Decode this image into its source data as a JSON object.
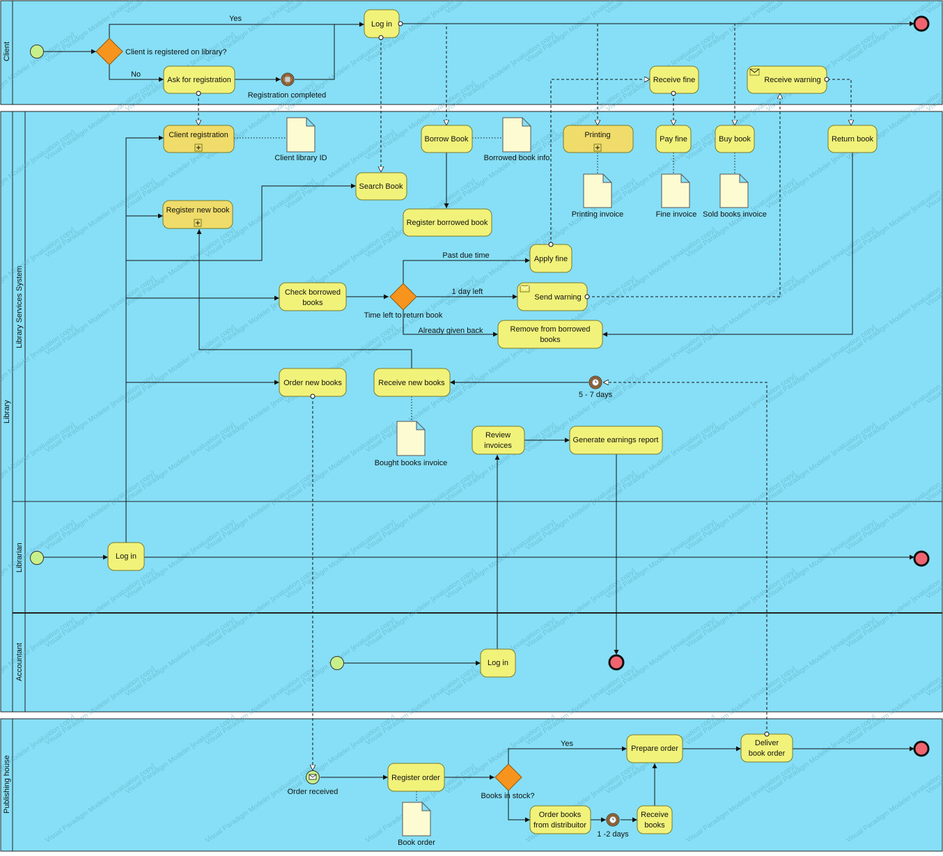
{
  "pools": {
    "client": "Client",
    "library": "Library",
    "publishing_house": "Publishing house"
  },
  "lanes": {
    "library_services_system": "Library Services System",
    "librarian": "Librarian",
    "accountant": "Accountant"
  },
  "tasks": {
    "client_log_in": "Log in",
    "ask_registration": "Ask for registration",
    "receive_fine": "Receive fine",
    "receive_warning": "Receive warning",
    "client_registration": "Client registration",
    "borrow_book": "Borrow Book",
    "printing": "Printing",
    "pay_fine": "Pay fine",
    "buy_book": "Buy book",
    "return_book": "Return book",
    "search_book": "Search Book",
    "register_new_book": "Register new book",
    "register_borrowed_book": "Register borrowed book",
    "apply_fine": "Apply fine",
    "check_borrowed_books_1": "Check borrowed",
    "check_borrowed_books_2": "books",
    "send_warning": "Send warning",
    "remove_borrowed_1": "Remove from borrowed",
    "remove_borrowed_2": "books",
    "order_new_books": "Order new books",
    "receive_new_books": "Receive new books",
    "review_invoices_1": "Review",
    "review_invoices_2": "invoices",
    "generate_report": "Generate earnings report",
    "librarian_log_in": "Log in",
    "accountant_log_in": "Log in",
    "register_order": "Register order",
    "prepare_order": "Prepare order",
    "deliver_1": "Deliver",
    "deliver_2": "book order",
    "order_books_1": "Order books",
    "order_books_2": "from distribuitor",
    "receive_books_1": "Receive",
    "receive_books_2": "books"
  },
  "gateways": {
    "client_registered": "Client is registered on library?",
    "time_left": "Time left to return book",
    "books_in_stock": "Books in stock?"
  },
  "events": {
    "registration_completed": "Registration completed",
    "timer_5_7_days": "5 - 7 days",
    "order_received": "Order received",
    "timer_1_2_days": "1 -2 days"
  },
  "flow_labels": {
    "yes_client": "Yes",
    "no_client": "No",
    "past_due_time": "Past due time",
    "one_day_left": "1 day left",
    "already_given_back": "Already given back",
    "yes_publisher": "Yes"
  },
  "documents": {
    "client_library_id": "Client library ID",
    "borrowed_book_info": "Borrowed book info",
    "printing_invoice": "Printing invoice",
    "fine_invoice": "Fine invoice",
    "sold_books_invoice": "Sold books invoice",
    "bought_books_invoice": "Bought books invoice",
    "book_order": "Book order"
  },
  "watermark": "Visual Paradigm Modeler [evaluation copy]",
  "colors": {
    "pool_fill": "#86dff6",
    "task_fill": "#f1f27a",
    "subprocess_fill": "#f0dc6a",
    "gateway_fill": "#f7941d",
    "start_event": "#c8f08a",
    "end_event": "#f06470",
    "document_fill": "#fdfbd2"
  }
}
